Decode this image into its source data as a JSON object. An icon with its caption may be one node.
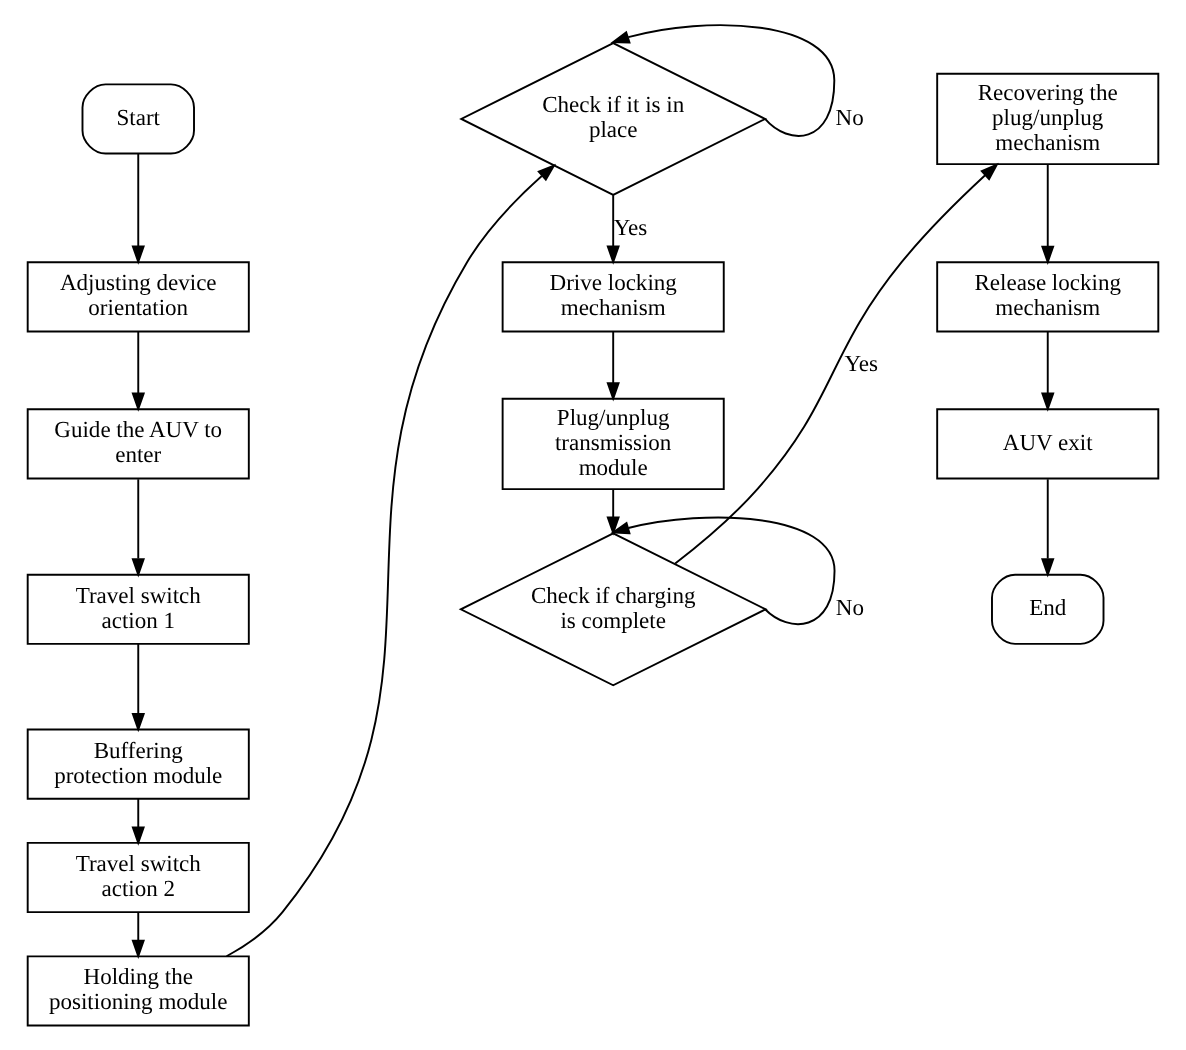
{
  "diagram": {
    "nodes": [
      {
        "text": [
          "Start"
        ]
      },
      {
        "text": [
          "Adjusting device orientation"
        ]
      },
      {
        "text": [
          "Guide the AUV to enter"
        ]
      },
      {
        "text": [
          "Travel switch action 1"
        ]
      },
      {
        "text": [
          "Buffering protection module"
        ]
      },
      {
        "text": [
          "Travel switch action 2"
        ]
      },
      {
        "text": [
          "Holding the positioning module"
        ]
      },
      {
        "text": [
          "Check if it is in place"
        ]
      },
      {
        "text": [
          "Drive locking mechanism"
        ]
      },
      {
        "text": [
          "Plug/unplug transmission module"
        ]
      },
      {
        "text": [
          "Check if charging is complete"
        ]
      },
      {
        "text": [
          "Recovering the plug/unplug mechanism"
        ]
      },
      {
        "text": [
          "Release locking mechanism"
        ]
      },
      {
        "text": [
          "AUV exit"
        ]
      },
      {
        "text": [
          "End"
        ]
      }
    ],
    "edges": [
      {
        "from": 0,
        "to": 1,
        "arrow": "to"
      },
      {
        "from": 1,
        "to": 2,
        "arrow": "to"
      },
      {
        "from": 2,
        "to": 3,
        "arrow": "to"
      },
      {
        "from": 3,
        "to": 4,
        "arrow": "to"
      },
      {
        "from": 4,
        "to": 5,
        "arrow": "to"
      },
      {
        "from": 5,
        "to": 6,
        "arrow": "to"
      },
      {
        "from": 6,
        "to": 7,
        "arrow": "to"
      },
      {
        "from": 7,
        "to": 7,
        "label": "No",
        "arrow": "to"
      },
      {
        "from": 7,
        "to": 8,
        "label": "Yes",
        "arrow": "to"
      },
      {
        "from": 8,
        "to": 9,
        "arrow": "to"
      },
      {
        "from": 9,
        "to": 10,
        "arrow": "to"
      },
      {
        "from": 10,
        "to": 10,
        "label": "No",
        "arrow": "to"
      },
      {
        "from": 10,
        "to": 11,
        "label": "Yes",
        "arrow": "to"
      },
      {
        "from": 11,
        "to": 12,
        "arrow": "to"
      },
      {
        "from": 12,
        "to": 13,
        "arrow": "to"
      },
      {
        "from": 13,
        "to": 14,
        "arrow": "to"
      }
    ]
  }
}
